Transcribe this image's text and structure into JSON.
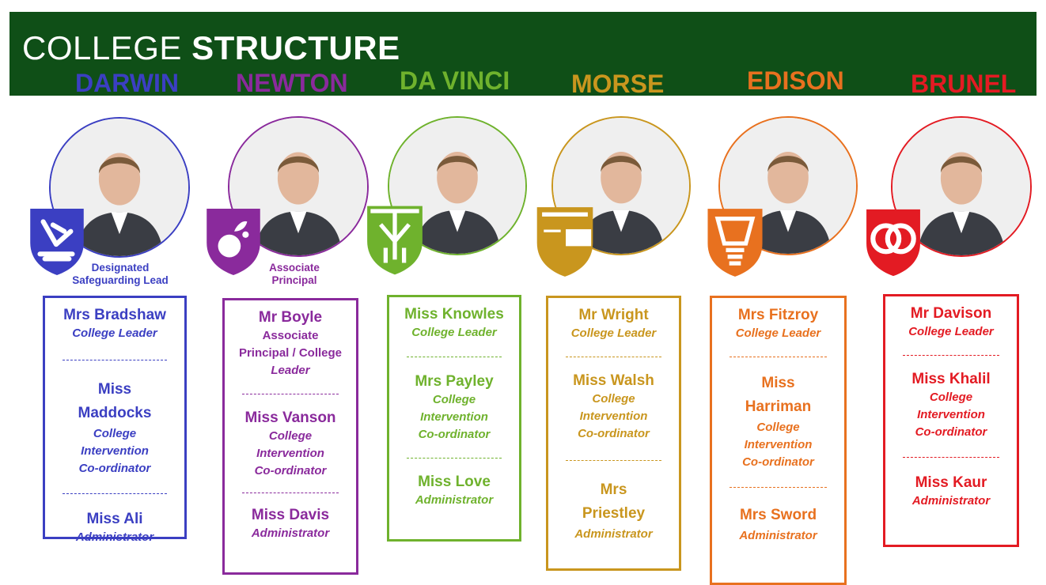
{
  "title": {
    "light": "COLLEGE ",
    "bold": "STRUCTURE"
  },
  "colleges": [
    {
      "name": "DARWIN",
      "color": "#3b3fc2",
      "caption_lines": [
        "Designated",
        "Safeguarding Lead"
      ],
      "crest_icon": "microscope-icon",
      "staff": [
        {
          "name": "Mrs Bradshaw",
          "role_lines": [
            "College Leader"
          ]
        },
        {
          "name": "Miss Maddocks",
          "role_lines": [
            "College",
            "Intervention",
            "Co-ordinator"
          ]
        },
        {
          "name": "Miss Ali",
          "role_lines": [
            "Administrator"
          ]
        }
      ]
    },
    {
      "name": "NEWTON",
      "color": "#8a2a9c",
      "caption_lines": [
        "Associate",
        "Principal"
      ],
      "crest_icon": "apple-icon",
      "staff": [
        {
          "name": "Mr Boyle",
          "role_lines": [
            "Associate",
            "Principal / College",
            "Leader"
          ]
        },
        {
          "name": "Miss Vanson",
          "role_lines": [
            "College",
            "Intervention",
            "Co-ordinator"
          ]
        },
        {
          "name": "Miss Davis",
          "role_lines": [
            "Administrator"
          ]
        }
      ]
    },
    {
      "name": "DA VINCI",
      "color": "#6fb22d",
      "caption_lines": [],
      "crest_icon": "vitruvian-icon",
      "staff": [
        {
          "name": "Miss Knowles",
          "role_lines": [
            "College Leader"
          ]
        },
        {
          "name": "Mrs Payley",
          "role_lines": [
            "College",
            "Intervention",
            "Co-ordinator"
          ]
        },
        {
          "name": "Miss Love",
          "role_lines": [
            "Administrator"
          ]
        }
      ]
    },
    {
      "name": "MORSE",
      "color": "#c9961e",
      "caption_lines": [],
      "crest_icon": "telegraph-icon",
      "staff": [
        {
          "name": "Mr Wright",
          "role_lines": [
            "College Leader"
          ]
        },
        {
          "name": "Miss Walsh",
          "role_lines": [
            "College",
            "Intervention",
            "Co-ordinator"
          ]
        },
        {
          "name": "Mrs Priestley",
          "role_lines": [
            "Administrator"
          ]
        }
      ]
    },
    {
      "name": "EDISON",
      "color": "#e8711f",
      "caption_lines": [],
      "crest_icon": "lightbulb-icon",
      "staff": [
        {
          "name": "Mrs Fitzroy",
          "role_lines": [
            "College Leader"
          ]
        },
        {
          "name": "Miss Harriman",
          "role_lines": [
            "College",
            "Intervention",
            "Co-ordinator"
          ]
        },
        {
          "name": "Mrs Sword",
          "role_lines": [
            "Administrator"
          ]
        }
      ]
    },
    {
      "name": "BRUNEL",
      "color": "#e31b23",
      "caption_lines": [],
      "crest_icon": "interlocking-rings-icon",
      "staff": [
        {
          "name": "Mr Davison",
          "role_lines": [
            "College Leader"
          ]
        },
        {
          "name": "Miss Khalil",
          "role_lines": [
            "College",
            "Intervention",
            "Co-ordinator"
          ]
        },
        {
          "name": "Miss Kaur",
          "role_lines": [
            "Administrator"
          ]
        }
      ]
    }
  ]
}
